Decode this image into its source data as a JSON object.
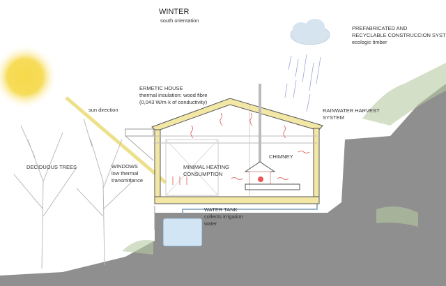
{
  "title": "WINTER",
  "subtitle": "south orientation",
  "labels": {
    "prefab": {
      "line1": "PREFABRICATED AND",
      "line2": "RECYCLABLE CONSTRUCCION SYSTEM",
      "line3": "ecologic timber"
    },
    "ermetic": {
      "line1": "ERMETIC HOUSE",
      "line2": "thermal insulation: wood fibre",
      "line3": "(0,043 W/m·k of conductivity)"
    },
    "sun_direction": "sun direction",
    "rainwater": {
      "line1": "RAINWATER HARVEST",
      "line2": "SYSTEM"
    },
    "deciduous": "DECIDUOUS TREES",
    "windows": {
      "line1": "WINDOWS",
      "line2": "low thermal",
      "line3": "transmittance"
    },
    "heating": {
      "line1": "MINIMAL HEATING",
      "line2": "CONSUMPTION"
    },
    "chimney": "CHIMNEY",
    "water_tank": {
      "line1": "WATER TANK",
      "line2": "collects irrigation",
      "line3": "water"
    }
  },
  "colors": {
    "sun": "#f5d84a",
    "insulation": "#f3e7a6",
    "ground": "#8c8c8c",
    "heat": "#d9534f",
    "water": "#cfe3f3"
  }
}
